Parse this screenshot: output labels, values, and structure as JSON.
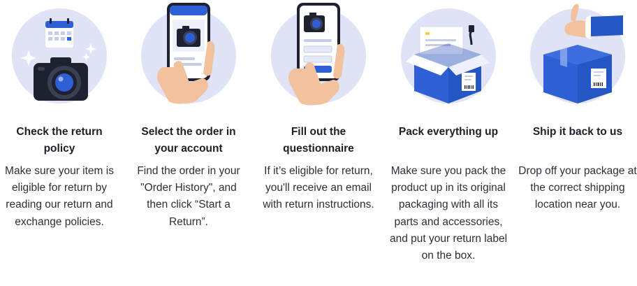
{
  "colors": {
    "circle": "#dfe3f5",
    "blue": "#2f5fd6",
    "dark": "#1e2130",
    "skin": "#f2c29e"
  },
  "steps": [
    {
      "icon": "camera-calendar-icon",
      "title": "Check the return policy",
      "description": "Make sure your item is eligible for return by reading our return and exchange policies."
    },
    {
      "icon": "phone-camera-icon",
      "title": "Select the order in your account",
      "description": "Find the order in your \"Order History\", and then click “Start a Return”."
    },
    {
      "icon": "phone-form-icon",
      "title": "Fill out the questionnaire",
      "description": "If it’s eligible for return, you'll receive an email with return instructions."
    },
    {
      "icon": "open-box-icon",
      "title": "Pack everything up",
      "description": "Make sure you pack the product up in its original packaging with all its parts and accessories, and put your return label on the box."
    },
    {
      "icon": "box-thumbs-up-icon",
      "title": "Ship it back to us",
      "description": "Drop off your package at the correct shipping location near you."
    }
  ]
}
